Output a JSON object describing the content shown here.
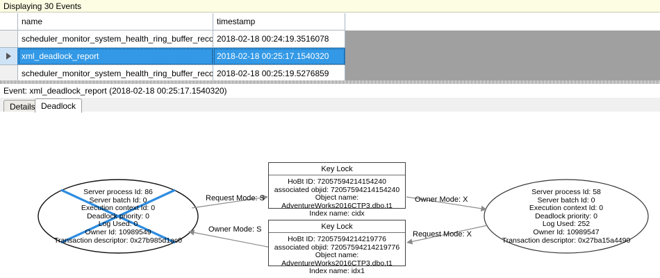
{
  "banner": {
    "text": "Displaying 30 Events"
  },
  "grid": {
    "columns": [
      "",
      "name",
      "timestamp"
    ],
    "rows": [
      {
        "selector": "",
        "name": "scheduler_monitor_system_health_ring_buffer_recorded",
        "timestamp": "2018-02-18 00:24:19.3516078",
        "selected": false
      },
      {
        "selector": "row-arrow-icon",
        "name": "xml_deadlock_report",
        "timestamp": "2018-02-18 00:25:17.1540320",
        "selected": true
      },
      {
        "selector": "",
        "name": "scheduler_monitor_system_health_ring_buffer_recorded",
        "timestamp": "2018-02-18 00:25:19.5276859",
        "selected": false
      }
    ],
    "selection_color": "#3399e6"
  },
  "event_caption": {
    "text": "Event: xml_deadlock_report (2018-02-18 00:25:17.1540320)"
  },
  "tabs": [
    {
      "label": "Details",
      "active": false
    },
    {
      "label": "Deadlock",
      "active": true
    }
  ],
  "deadlock": {
    "victim_marker_color": "#3399e6",
    "processes": [
      {
        "id": "process-left",
        "victim": true,
        "lines": [
          "Server process Id: 86",
          "Server batch Id: 0",
          "Execution context Id: 0",
          "Deadlock priority: 0",
          "Log Used: 0",
          "Owner Id: 10989549",
          "Transaction descriptor: 0x27b985d1ac0"
        ]
      },
      {
        "id": "process-right",
        "victim": false,
        "lines": [
          "Server process Id: 58",
          "Server batch Id: 0",
          "Execution context Id: 0",
          "Deadlock priority: 0",
          "Log Used: 252",
          "Owner Id: 10989547",
          "Transaction descriptor: 0x27ba15a4490"
        ]
      }
    ],
    "resources": [
      {
        "id": "keylock-top",
        "title": "Key Lock",
        "lines": [
          "HoBt ID: 72057594214154240",
          "associated objid: 72057594214154240",
          "Object name: AdventureWorks2016CTP3.dbo.t1",
          "Index name: cidx"
        ]
      },
      {
        "id": "keylock-bottom",
        "title": "Key Lock",
        "lines": [
          "HoBt ID: 72057594214219776",
          "associated objid: 72057594214219776",
          "Object name: AdventureWorks2016CTP3.dbo.t1",
          "Index name: idx1"
        ]
      }
    ],
    "edges": [
      {
        "id": "edge-left-request",
        "label": "Request Mode: S"
      },
      {
        "id": "edge-right-owner",
        "label": "Owner Mode: X"
      },
      {
        "id": "edge-left-owner",
        "label": "Owner Mode: S"
      },
      {
        "id": "edge-right-request",
        "label": "Request Mode: X"
      }
    ]
  }
}
